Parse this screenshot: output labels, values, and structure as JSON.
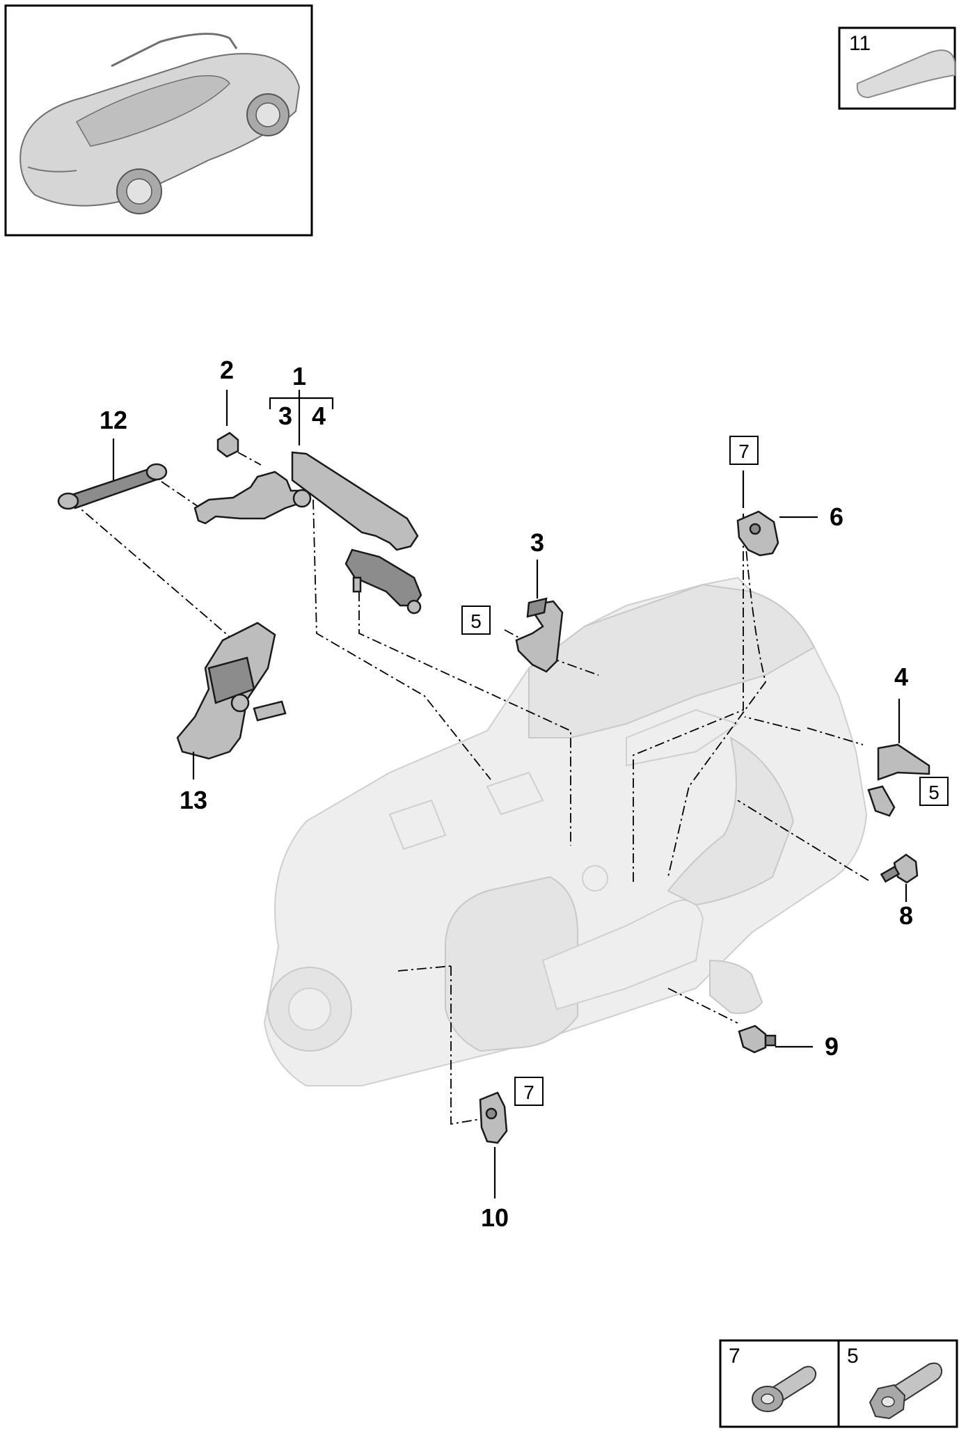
{
  "callouts": {
    "c1": "1",
    "c2": "2",
    "c3_bracket": "3",
    "c4_bracket": "4",
    "c3": "3",
    "c4": "4",
    "c6": "6",
    "c8": "8",
    "c9": "9",
    "c10": "10",
    "c12": "12",
    "c13": "13"
  },
  "boxed_refs": {
    "b7_top": "7",
    "b5_left": "5",
    "b5_right": "5",
    "b7_bottom": "7"
  },
  "inset_labels": {
    "grease": "11",
    "bolt_a": "7",
    "bolt_b": "5"
  }
}
